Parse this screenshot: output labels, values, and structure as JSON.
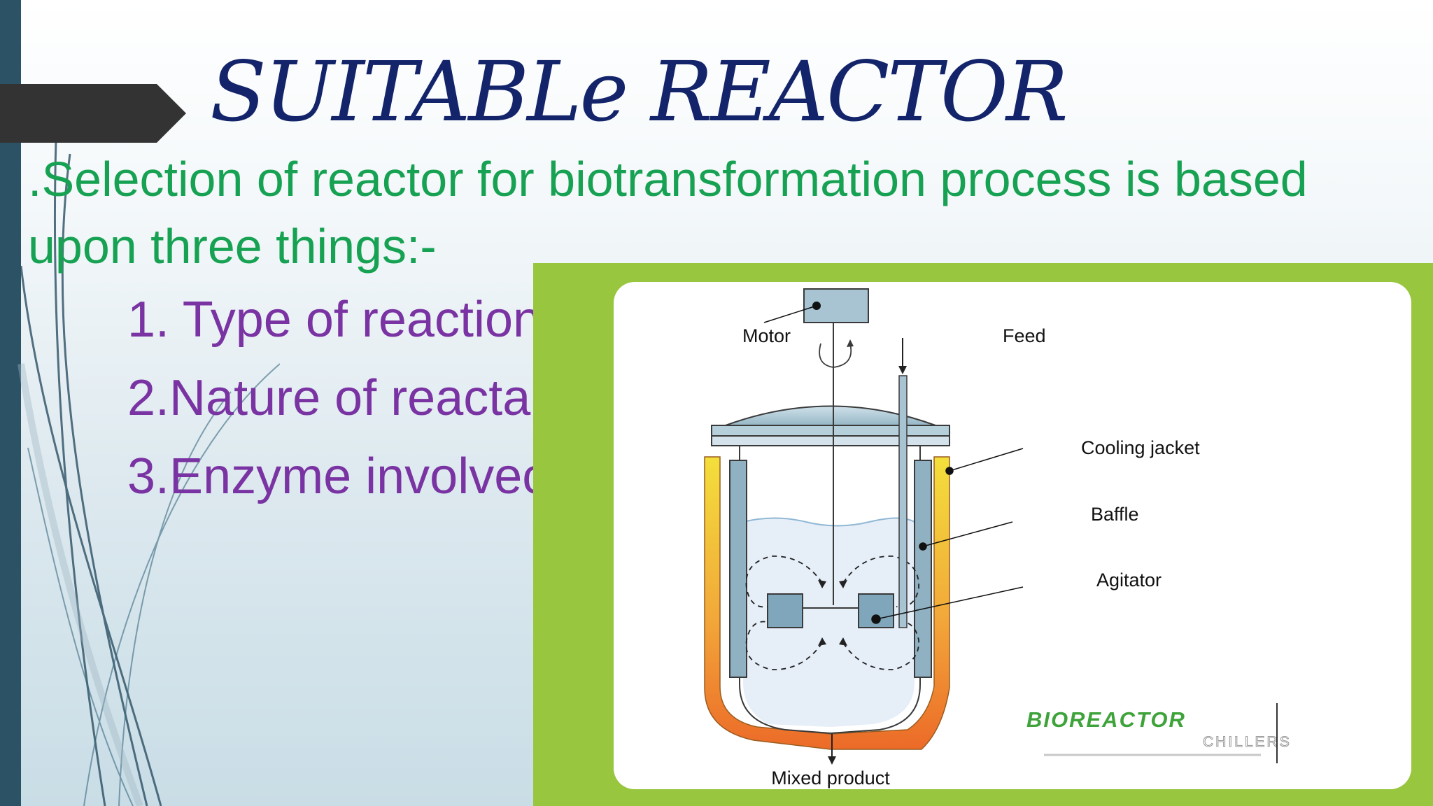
{
  "slide": {
    "title": "SUITABLe REACTOR",
    "intro": ".Selection of reactor for biotransformation  process is based upon three things:-",
    "points": [
      "1. Type of reaction",
      "2.Nature of reacta",
      "3.Enzyme involvec"
    ]
  },
  "diagram": {
    "labels": {
      "motor": "Motor",
      "feed": "Feed",
      "cooling_jacket": "Cooling jacket",
      "baffle": "Baffle",
      "agitator": "Agitator",
      "mixed_product": "Mixed product"
    },
    "logo": {
      "line1": "BIOREACTOR",
      "line2": "CHILLERS"
    }
  },
  "colors": {
    "title": "#13246a",
    "intro": "#17a253",
    "points": "#7a33a2",
    "panel": "#98c63e"
  }
}
